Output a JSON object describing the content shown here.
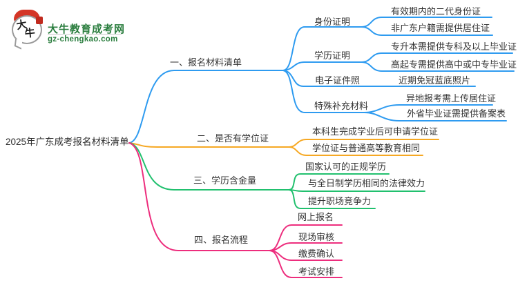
{
  "logo": {
    "title": "大牛教育成考网",
    "domain": "gz-chengkao.com",
    "icon_char_1": "大",
    "icon_char_2": "牛",
    "brand_color": "#2a7d3e"
  },
  "root": {
    "label": "2025年广东成考报名材料清单"
  },
  "colors": {
    "branch1": "#2e9bf0",
    "branch2": "#f6a823",
    "branch3": "#21c06e",
    "branch4": "#ed2d7d",
    "text": "#333333"
  },
  "branches": [
    {
      "label": "一、报名材料清单",
      "color": "#2e9bf0",
      "children": [
        {
          "label": "身份证明",
          "children": [
            {
              "label": "有效期内的二代身份证"
            },
            {
              "label": "非广东户籍需提供居住证"
            }
          ]
        },
        {
          "label": "学历证明",
          "children": [
            {
              "label": "专升本需提供专科及以上毕业证"
            },
            {
              "label": "高起专需提供高中或中专毕业证"
            }
          ]
        },
        {
          "label": "电子证件照",
          "children": [
            {
              "label": "近期免冠蓝底照片"
            }
          ]
        },
        {
          "label": "特殊补充材料",
          "children": [
            {
              "label": "异地报考需上传居住证"
            },
            {
              "label": "外省毕业证需提供备案表"
            }
          ]
        }
      ]
    },
    {
      "label": "二、是否有学位证",
      "color": "#f6a823",
      "children": [
        {
          "label": "本科生完成学业后可申请学位证"
        },
        {
          "label": "学位证与普通高等教育相同"
        }
      ]
    },
    {
      "label": "三、学历含金量",
      "color": "#21c06e",
      "children": [
        {
          "label": "国家认可的正规学历"
        },
        {
          "label": "与全日制学历相同的法律效力"
        },
        {
          "label": "提升职场竞争力"
        }
      ]
    },
    {
      "label": "四、报名流程",
      "color": "#ed2d7d",
      "children": [
        {
          "label": "网上报名"
        },
        {
          "label": "现场审核"
        },
        {
          "label": "缴费确认"
        },
        {
          "label": "考试安排"
        }
      ]
    }
  ]
}
